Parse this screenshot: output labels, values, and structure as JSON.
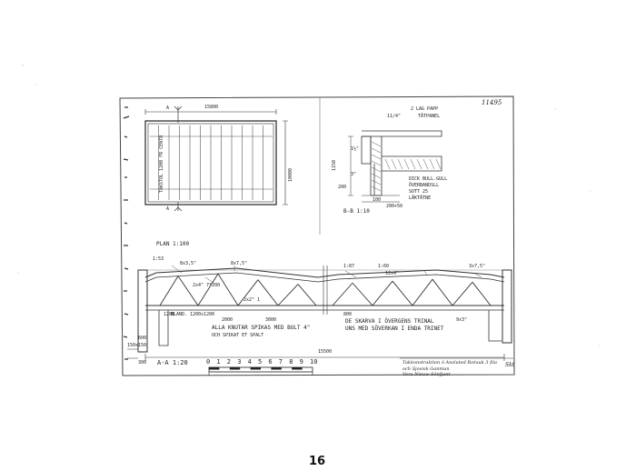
{
  "sheet_number": "11495",
  "page_number": "16",
  "plan": {
    "title": "PLAN 1:100",
    "width_dim": "15800",
    "height_dim": "10000",
    "vertical_note": "TAKSTOL 1200 FR CENTR",
    "section_marker": "A"
  },
  "detail_bb": {
    "title": "B-B 1:10",
    "roof_label": "2 LAG PAPP",
    "board_label": "TÄTPANEL",
    "beam_label": "11/4\"",
    "height_dim": "1150",
    "dims": [
      "1½\"",
      "3\"",
      "200",
      "100",
      "200+50"
    ],
    "insulation_notes": [
      "DICK BULL.GULL",
      "ÖVERBANDSLL",
      "SOTT 25",
      "LÄKTÄTNE"
    ]
  },
  "section_aa": {
    "title": "A-A 1:20",
    "slopes": [
      "1:53",
      "8x3,5\"",
      "8x7,5\"",
      "1:87",
      "1:60",
      "3x7,5\""
    ],
    "members": [
      "2x4\" 7*200",
      "2x2\" 1",
      "12x4\"",
      "9x3\""
    ],
    "bottom_notes": [
      "BLAND. 1200x1200",
      "ALLA KNUTAR SPIKAS MED BULT 4\"",
      "OCH SPIKAT ET SPALT"
    ],
    "right_notes": [
      "DE SKARVA I ÖVERGENS TRINAL",
      "UNS MED SÖVERKAN I ENDA TRINET"
    ],
    "dims": [
      "1200",
      "2000",
      "3000",
      "800",
      "600",
      "300"
    ],
    "total_dim": "15500",
    "left_dim": "150x150"
  },
  "scale_bar": {
    "labels": [
      "0",
      "1",
      "2",
      "3",
      "4",
      "5",
      "6",
      "7",
      "8",
      "9",
      "10"
    ]
  },
  "title_block": {
    "lines": [
      "Takkonstruktion ö Ansluted Rotuuk 3 fila",
      "och Sjovisk Ganmun",
      "Vera Nieuw Sönfjant"
    ],
    "note": "Skt"
  },
  "colors": {
    "ink": "#222222",
    "paper": "#ffffff",
    "frame": "#444444"
  }
}
